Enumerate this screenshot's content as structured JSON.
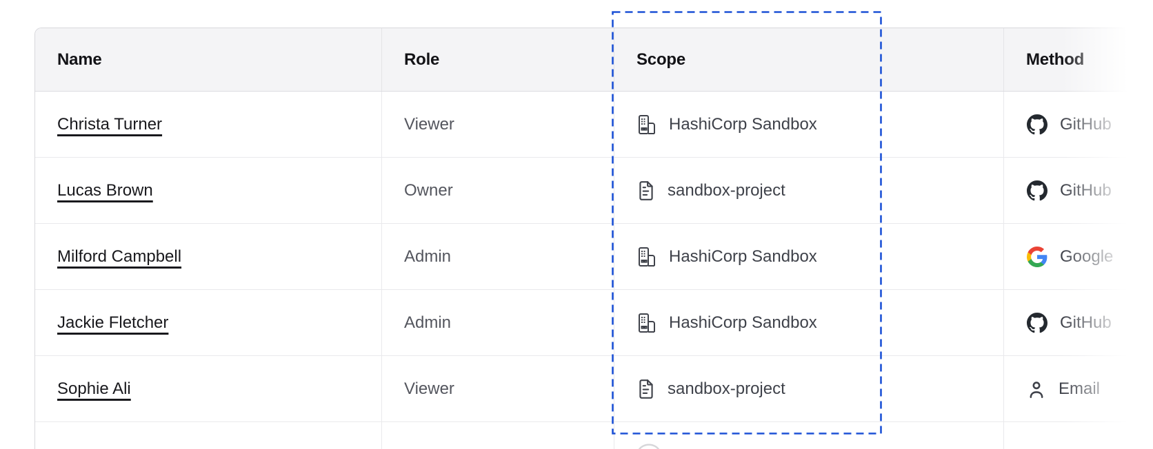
{
  "table": {
    "headers": {
      "name": "Name",
      "role": "Role",
      "scope": "Scope",
      "method": "Method"
    },
    "rows": [
      {
        "name": "Christa Turner",
        "role": "Viewer",
        "scope_label": "HashiCorp Sandbox",
        "scope_icon": "organization-icon",
        "method_label": "GitHub",
        "method_icon": "github-icon"
      },
      {
        "name": "Lucas Brown",
        "role": "Owner",
        "scope_label": "sandbox-project",
        "scope_icon": "document-icon",
        "method_label": "GitHub",
        "method_icon": "github-icon"
      },
      {
        "name": "Milford Campbell",
        "role": "Admin",
        "scope_label": "HashiCorp Sandbox",
        "scope_icon": "organization-icon",
        "method_label": "Google",
        "method_icon": "google-icon"
      },
      {
        "name": "Jackie Fletcher",
        "role": "Admin",
        "scope_label": "HashiCorp Sandbox",
        "scope_icon": "organization-icon",
        "method_label": "GitHub",
        "method_icon": "github-icon"
      },
      {
        "name": "Sophie Ali",
        "role": "Viewer",
        "scope_label": "sandbox-project",
        "scope_icon": "document-icon",
        "method_label": "Email",
        "method_icon": "email-user-icon"
      }
    ],
    "partial_next_row": {
      "visible": true,
      "hint_icon": "partial-icon-arc"
    }
  },
  "annotation": {
    "type": "dashed-highlight-rectangle",
    "target_column": "Scope",
    "color": "#1c51d6"
  },
  "colors": {
    "header_bg": "#f4f4f6",
    "outer_border": "#d8d8dc",
    "header_border": "#dcdce0",
    "row_divider": "#e9e9ec",
    "column_divider": "#e4e4e7",
    "header_text": "#131317",
    "name_text": "#19191d",
    "role_text": "#54565e",
    "cell_text": "#3f424a",
    "github_icon": "#24292f",
    "google_blue": "#4285F4",
    "google_green": "#34A853",
    "google_yellow": "#FBBC05",
    "google_red": "#EA4335",
    "highlight_blue": "#1c51d6",
    "faded_icon": "#d7d7da"
  }
}
